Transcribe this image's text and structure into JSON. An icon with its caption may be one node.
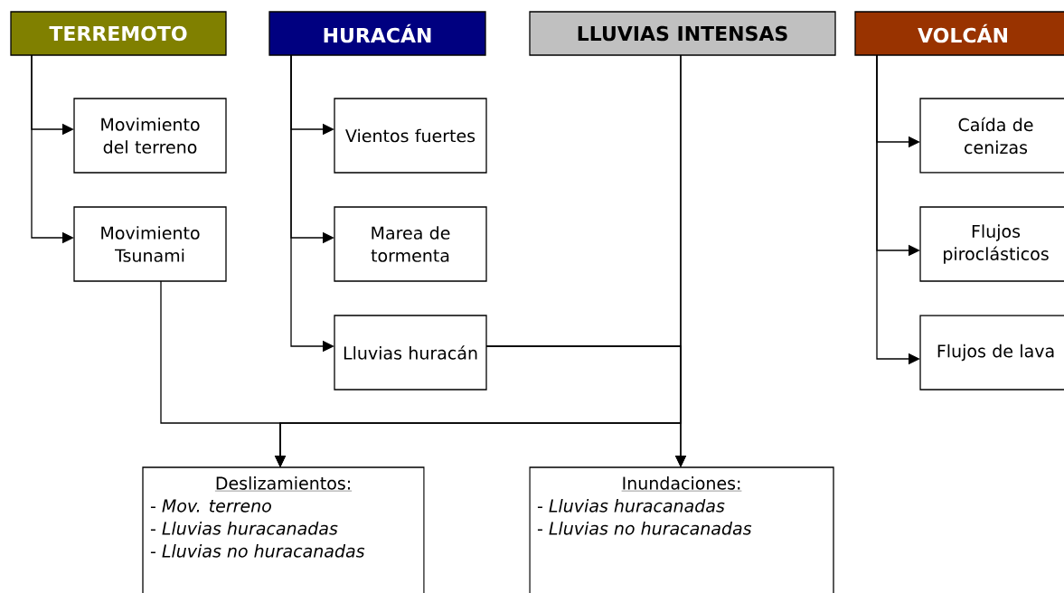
{
  "diagram": {
    "nodes": [
      {
        "text": [
          "TERREMOTO"
        ]
      },
      {
        "text": [
          "HURACÁN"
        ]
      },
      {
        "text": [
          "LLUVIAS INTENSAS"
        ]
      },
      {
        "text": [
          "VOLCÁN"
        ]
      },
      {
        "text": [
          "Movimiento del terreno"
        ]
      },
      {
        "text": [
          "Movimiento Tsunami"
        ]
      },
      {
        "text": [
          "Vientos fuertes"
        ]
      },
      {
        "text": [
          "Marea de tormenta"
        ]
      },
      {
        "text": [
          "Lluvias huracán"
        ]
      },
      {
        "text": [
          "Caída de cenizas"
        ]
      },
      {
        "text": [
          "Flujos piroclásticos"
        ]
      },
      {
        "text": [
          "Flujos de lava"
        ]
      },
      {
        "text": [
          "Deslizamientos:",
          "- *Mov. terreno*",
          "- *Lluvias huracanadas*",
          "- *Lluvias no huracanadas*"
        ]
      },
      {
        "text": [
          "Inundaciones:",
          "- *Lluvias huracanadas*",
          "- *Lluvias no huracanadas*"
        ]
      }
    ],
    "edges": [
      {
        "from": 0,
        "to": 4,
        "arrow": "to"
      },
      {
        "from": 0,
        "to": 5,
        "arrow": "to"
      },
      {
        "from": 1,
        "to": 6,
        "arrow": "to"
      },
      {
        "from": 1,
        "to": 7,
        "arrow": "to"
      },
      {
        "from": 1,
        "to": 8,
        "arrow": "to"
      },
      {
        "from": 3,
        "to": 9,
        "arrow": "to"
      },
      {
        "from": 3,
        "to": 10,
        "arrow": "to"
      },
      {
        "from": 3,
        "to": 11,
        "arrow": "to"
      },
      {
        "from": 5,
        "to": 12,
        "arrow": "to"
      },
      {
        "from": 2,
        "to": 12,
        "arrow": "to"
      },
      {
        "from": 8,
        "to": 12,
        "arrow": "to"
      },
      {
        "from": 2,
        "to": 13,
        "arrow": "to"
      },
      {
        "from": 8,
        "to": 13,
        "arrow": "to"
      }
    ]
  }
}
